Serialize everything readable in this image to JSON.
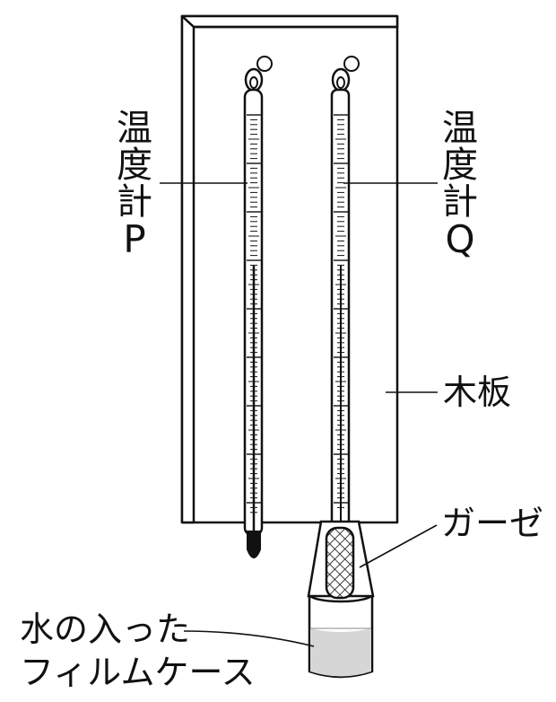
{
  "labels": {
    "thermometer_p": [
      "温",
      "度",
      "計",
      "P"
    ],
    "thermometer_q": [
      "温",
      "度",
      "計",
      "Q"
    ],
    "board": "木板",
    "gauze": "ガーゼ",
    "film_case_line1": "水の入った",
    "film_case_line2": "フィルムケース"
  },
  "colors": {
    "ink": "#111111",
    "board_fill": "#ffffff",
    "water": "#d6d6d6"
  }
}
